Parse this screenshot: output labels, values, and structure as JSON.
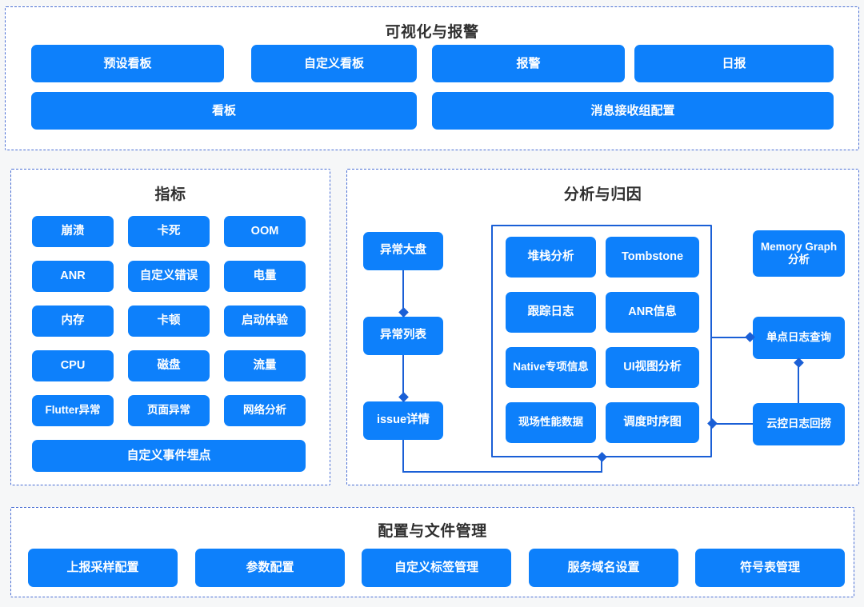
{
  "colors": {
    "page_background": "#f6f7f8",
    "panel_background": "#ffffff",
    "panel_border": "#4a6fd4",
    "button_fill": "#0d80fb",
    "button_text": "#ffffff",
    "connector": "#1a5fd6",
    "group_border": "#1a5fd6",
    "title_text": "#2f2f2f"
  },
  "panels": {
    "visualization": {
      "title": "可视化与报警",
      "row1": [
        {
          "label": "预设看板"
        },
        {
          "label": "自定义看板"
        },
        {
          "label": "报警"
        },
        {
          "label": "日报"
        }
      ],
      "row2": [
        {
          "label": "看板"
        },
        {
          "label": "消息接收组配置"
        }
      ]
    },
    "metrics": {
      "title": "指标",
      "grid": [
        [
          {
            "label": "崩溃"
          },
          {
            "label": "卡死"
          },
          {
            "label": "OOM"
          }
        ],
        [
          {
            "label": "ANR"
          },
          {
            "label": "自定义错误"
          },
          {
            "label": "电量"
          }
        ],
        [
          {
            "label": "内存"
          },
          {
            "label": "卡顿"
          },
          {
            "label": "启动体验"
          }
        ],
        [
          {
            "label": "CPU"
          },
          {
            "label": "磁盘"
          },
          {
            "label": "流量"
          }
        ],
        [
          {
            "label": "Flutter异常"
          },
          {
            "label": "页面异常"
          },
          {
            "label": "网络分析"
          }
        ]
      ],
      "full_width": {
        "label": "自定义事件埋点"
      }
    },
    "analysis": {
      "title": "分析与归因",
      "flow": [
        {
          "label": "异常大盘"
        },
        {
          "label": "异常列表"
        },
        {
          "label": "issue详情"
        }
      ],
      "detail_group": [
        {
          "label": "堆栈分析"
        },
        {
          "label": "Tombstone"
        },
        {
          "label": "跟踪日志"
        },
        {
          "label": "ANR信息"
        },
        {
          "label": "Native专项信息"
        },
        {
          "label": "UI视图分析"
        },
        {
          "label": "现场性能数据"
        },
        {
          "label": "调度时序图"
        }
      ],
      "right_column": [
        {
          "label": "Memory Graph分析"
        },
        {
          "label": "单点日志查询"
        },
        {
          "label": "云控日志回捞"
        }
      ]
    },
    "configuration": {
      "title": "配置与文件管理",
      "items": [
        {
          "label": "上报采样配置"
        },
        {
          "label": "参数配置"
        },
        {
          "label": "自定义标签管理"
        },
        {
          "label": "服务域名设置"
        },
        {
          "label": "符号表管理"
        }
      ]
    }
  }
}
